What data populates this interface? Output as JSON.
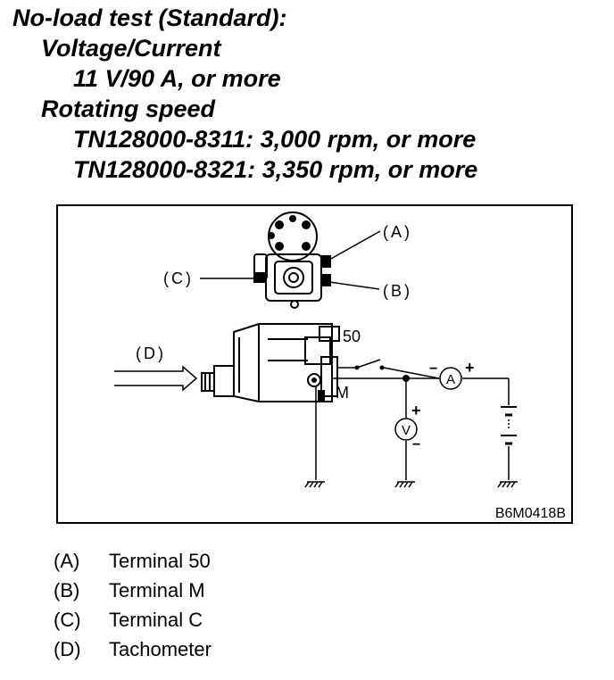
{
  "heading": {
    "title": "No-load test (Standard):",
    "voltage_current_label": "Voltage/Current",
    "voltage_current_value": "11 V/90 A, or more",
    "rotating_speed_label": "Rotating speed",
    "speed_spec_1": "TN128000-8311: 3,000 rpm, or more",
    "speed_spec_2": "TN128000-8321: 3,350 rpm, or more"
  },
  "diagram": {
    "callouts": {
      "a": "(A)",
      "b": "(B)",
      "c": "(C)",
      "d": "(D)"
    },
    "terminal_50": "50",
    "terminal_m": "M",
    "ammeter": "A",
    "voltmeter": "V",
    "plus": "+",
    "minus": "−",
    "figure_id": "B6M0418B"
  },
  "legend": [
    {
      "key": "(A)",
      "text": "Terminal 50"
    },
    {
      "key": "(B)",
      "text": "Terminal M"
    },
    {
      "key": "(C)",
      "text": "Terminal C"
    },
    {
      "key": "(D)",
      "text": "Tachometer"
    }
  ]
}
